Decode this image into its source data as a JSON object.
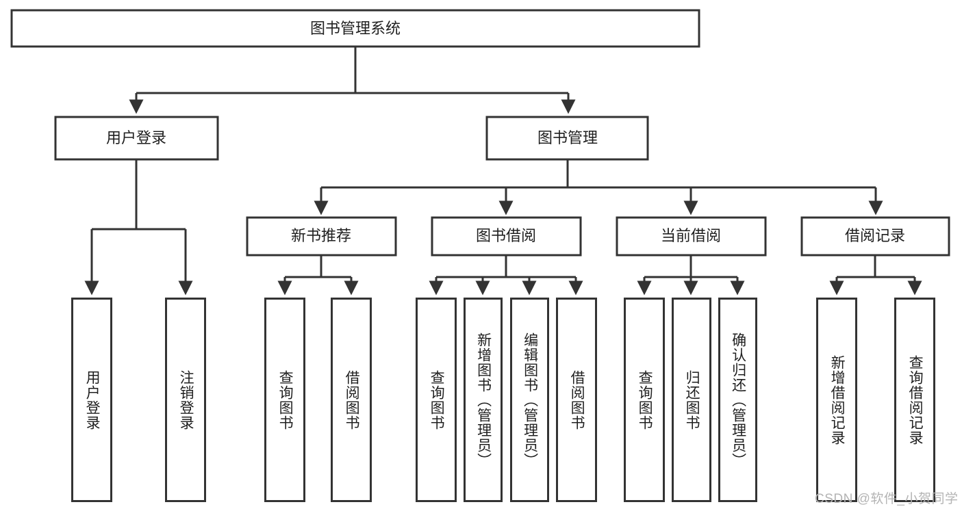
{
  "diagram": {
    "title": "图书管理系统",
    "type": "tree",
    "colors": {
      "line": "#333333",
      "box_fill": "#ffffff",
      "text": "#1f1f1f",
      "watermark": "#b4b4b4",
      "background": "#ffffff"
    },
    "root": {
      "label": "图书管理系统"
    },
    "level1": [
      {
        "label": "用户登录"
      },
      {
        "label": "图书管理"
      }
    ],
    "level2": [
      {
        "label": "新书推荐"
      },
      {
        "label": "图书借阅"
      },
      {
        "label": "当前借阅"
      },
      {
        "label": "借阅记录"
      }
    ],
    "leaves": {
      "user_login": [
        {
          "label": "用户登录"
        },
        {
          "label": "注销登录"
        }
      ],
      "new_book_recommend": [
        {
          "label": "查询图书"
        },
        {
          "label": "借阅图书"
        }
      ],
      "book_borrow": [
        {
          "label": "查询图书"
        },
        {
          "label": "新增图书（管理员）"
        },
        {
          "label": "编辑图书（管理员）"
        },
        {
          "label": "借阅图书"
        }
      ],
      "current_borrow": [
        {
          "label": "查询图书"
        },
        {
          "label": "归还图书"
        },
        {
          "label": "确认归还（管理员）"
        }
      ],
      "borrow_record": [
        {
          "label": "新增借阅记录"
        },
        {
          "label": "查询借阅记录"
        }
      ]
    }
  },
  "watermark": {
    "text": "CSDN @软件_小贺同学"
  }
}
